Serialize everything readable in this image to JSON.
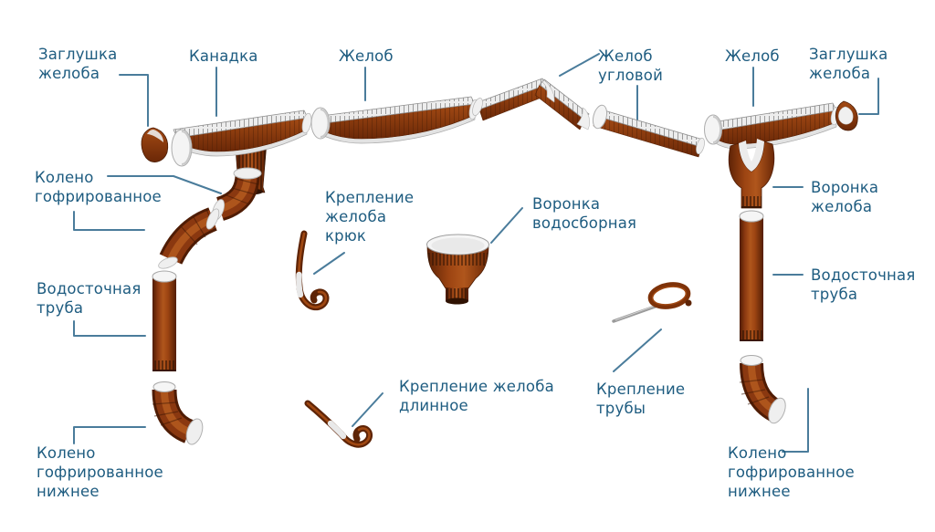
{
  "diagram": {
    "background": "#ffffff",
    "label_text_color": "#1e5c80",
    "leader_line_color": "#4a7c9b",
    "part_brown": "#8a3810",
    "part_brown_dark": "#4f1c04",
    "part_brown_light": "#b35a1e",
    "part_inner_white": "#f2f2f2"
  },
  "labels": {
    "cap_left": "Заглушка\nжелоба",
    "kanadka": "Канадка",
    "gutter_left": "Желоб",
    "gutter_corner": "Желоб\nугловой",
    "gutter_right": "Желоб",
    "cap_right": "Заглушка\nжелоба",
    "elbow_left": "Колено\nгофрированное",
    "hook_short": "Крепление\nжелоба\nкрюк",
    "funnel_collector": "Воронка\nводосборная",
    "funnel_gutter": "Воронка\nжелоба",
    "downpipe_left": "Водосточная\nтруба",
    "downpipe_right": "Водосточная\nтруба",
    "hook_long": "Крепление желоба\nдлинное",
    "pipe_clamp": "Крепление\nтрубы",
    "elbow_bottom_left": "Колено\nгофрированное\nнижнее",
    "elbow_bottom_right": "Колено\nгофрированное\nнижнее"
  }
}
